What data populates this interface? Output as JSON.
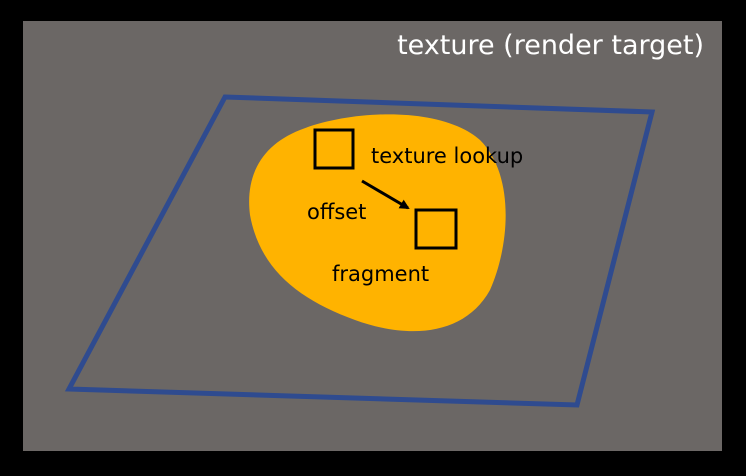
{
  "title": "texture (render target)",
  "labels": {
    "texture_lookup": "texture lookup",
    "offset": "offset",
    "fragment": "fragment"
  },
  "colors": {
    "background": "#000000",
    "render_target": "#6b6765",
    "quad_outline": "#2f4b8f",
    "blob": "#ffb300",
    "ink": "#000000",
    "title_text": "#ffffff"
  }
}
